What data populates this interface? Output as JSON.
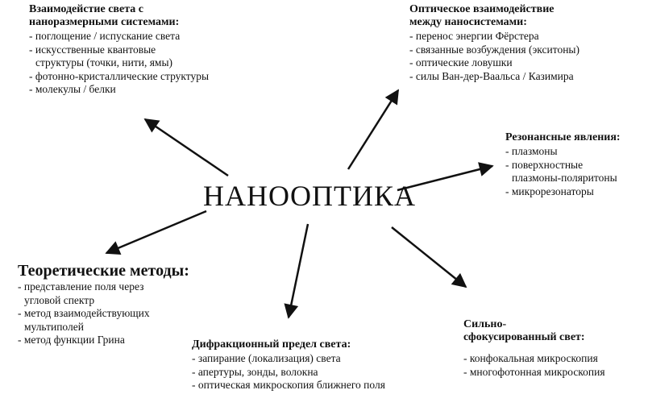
{
  "center": "НАНООПТИКА",
  "blocks": {
    "nano_systems": {
      "title": [
        "Взаимодейстие света с",
        "наноразмерными системами:"
      ],
      "items": [
        "- поглощение / испускание света",
        "- искусственные квантовые",
        "  структуры (точки, нити, ямы)",
        "- фотонно-кристаллические структуры",
        "- молекулы / белки"
      ]
    },
    "optical_interaction": {
      "title": [
        "Оптическое взаимодействие",
        "между наносистемами:"
      ],
      "items": [
        "- перенос энергии Фёрстера",
        "- связанные возбуждения (экситоны)",
        "- оптические ловушки",
        "- силы Ван-дер-Ваальса / Казимира"
      ]
    },
    "resonance": {
      "title": [
        "Резонансные явления:"
      ],
      "items": [
        "- плазмоны",
        "- поверхностные",
        "  плазмоны-поляритоны",
        "- микрорезонаторы"
      ]
    },
    "theory": {
      "title": [
        "Теоретические методы:"
      ],
      "items": [
        "- представление поля через",
        "  угловой спектр",
        "- метод взаимодействующих",
        "  мультиполей",
        "- метод функции Грина"
      ]
    },
    "diffraction": {
      "title": [
        "Дифракционный предел света:"
      ],
      "items": [
        "- запирание (локализация) света",
        "- апертуры, зонды, волокна",
        "- оптическая микроскопия ближнего поля"
      ]
    },
    "focused": {
      "title": [
        "Сильно-",
        "сфокусированный свет:"
      ],
      "items": [
        "- конфокальная микроскопия",
        "- многофотонная микроскопия"
      ]
    }
  }
}
